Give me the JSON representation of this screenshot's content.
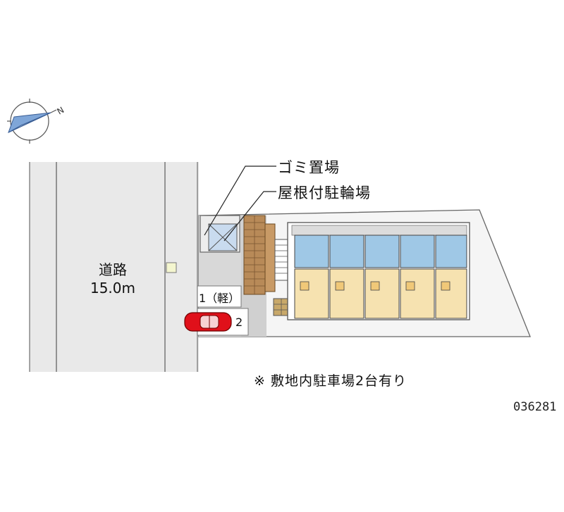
{
  "compass": {
    "label": "N"
  },
  "road": {
    "name": "道路",
    "width": "15.0m"
  },
  "callouts": {
    "garbage": "ゴミ置場",
    "bicycle": "屋根付駐輪場"
  },
  "parking": {
    "slot1": "1（軽）",
    "slot2": "2"
  },
  "note": "※ 敷地内駐車場2台有り",
  "property_code": "036281",
  "colors": {
    "building": "#f6e2b0",
    "unit_water": "#9fc8e6",
    "site_ground": "#d9d9d9",
    "road": "#e9e9e9",
    "car": "#e0101a",
    "brick": "#b88a58"
  }
}
